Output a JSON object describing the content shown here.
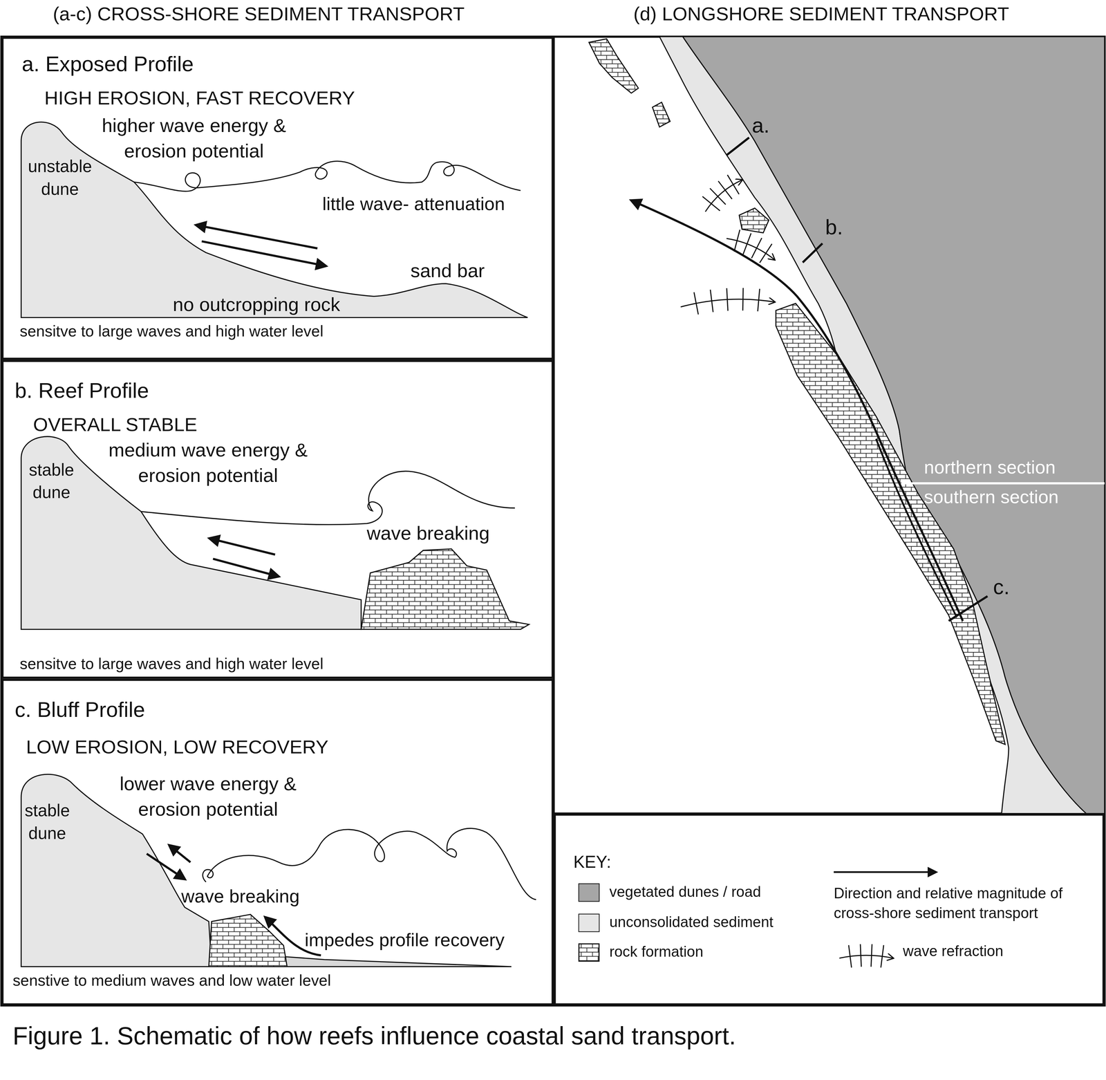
{
  "diagram": {
    "caption": "Figure 1. Schematic of how reefs influence coastal sand transport.",
    "nodes": [
      {
        "text": [
          "a. Exposed Profile",
          "HIGH EROSION, FAST RECOVERY"
        ]
      },
      {
        "text": [
          "b. Reef Profile",
          "OVERALL STABLE"
        ]
      },
      {
        "text": [
          "c. Bluff Profile",
          "LOW EROSION, LOW RECOVERY"
        ]
      },
      {
        "text": [
          "KEY:"
        ]
      }
    ],
    "labels": [
      "(a-c) CROSS-SHORE SEDIMENT TRANSPORT",
      "(d) LONGSHORE SEDIMENT TRANSPORT",
      "higher wave energy & erosion potential",
      "unstable dune",
      "little wave- attenuation",
      "sand bar",
      "no outcropping rock",
      "sensitve to large waves and high water level",
      "stable dune",
      "medium wave energy & erosion potential",
      "wave breaking",
      "sensitve to large waves and high water level",
      "stable dune",
      "lower wave energy & erosion potential",
      "wave breaking",
      "impedes profile recovery",
      "senstive to medium waves and low water level",
      "a.",
      "b.",
      "c.",
      "northern section",
      "southern section"
    ],
    "legend": [
      {
        "text": "vegetated dunes / road",
        "color": "#a6a6a6"
      },
      {
        "text": "unconsolidated sediment",
        "color": "#e6e6e6"
      },
      {
        "text": "rock formation"
      },
      {
        "text": "Direction and relative magnitude of cross-shore  sediment transport"
      },
      {
        "text": "wave refraction"
      }
    ]
  }
}
